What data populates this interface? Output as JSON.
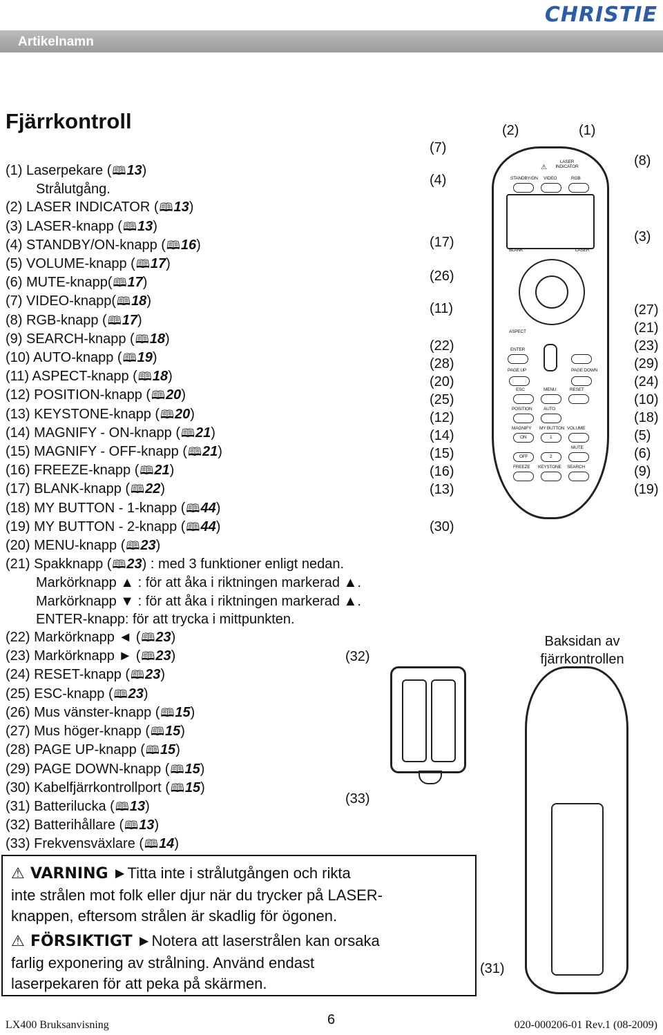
{
  "brand": {
    "logo_text": "CHRISTIE",
    "accent": "#2a5caa"
  },
  "header": {
    "label": "Artikelnamn",
    "bar_color": "#a9a9a9"
  },
  "page": {
    "title": "Fjärrkontroll"
  },
  "book_icon": "book-icon",
  "parts": [
    {
      "text": "(1) Laserpekare (",
      "ref": "13",
      "suffix": ")"
    },
    {
      "text": "Strålutgång.",
      "indent": true
    },
    {
      "text": "(2) LASER INDICATOR (",
      "ref": "13",
      "suffix": ")"
    },
    {
      "text": "(3) LASER-knapp (",
      "ref": "13",
      "suffix": ")"
    },
    {
      "text": "(4) STANDBY/ON-knapp (",
      "ref": "16",
      "suffix": ")"
    },
    {
      "text": "(5) VOLUME-knapp (",
      "ref": "17",
      "suffix": ")"
    },
    {
      "text": "(6) MUTE-knapp(",
      "ref": "17",
      "suffix": ")"
    },
    {
      "text": "(7) VIDEO-knapp(",
      "ref": "18",
      "suffix": ")"
    },
    {
      "text": "(8) RGB-knapp (",
      "ref": "17",
      "suffix": ")"
    },
    {
      "text": "(9) SEARCH-knapp (",
      "ref": "18",
      "suffix": ")"
    },
    {
      "text": "(10) AUTO-knapp (",
      "ref": "19",
      "suffix": ")"
    },
    {
      "text": "(11) ASPECT-knapp (",
      "ref": "18",
      "suffix": ")"
    },
    {
      "text": "(12) POSITION-knapp (",
      "ref": "20",
      "suffix": ")"
    },
    {
      "text": "(13) KEYSTONE-knapp (",
      "ref": "20",
      "suffix": ")"
    },
    {
      "text": "(14) MAGNIFY - ON-knapp (",
      "ref": "21",
      "suffix": ")"
    },
    {
      "text": "(15) MAGNIFY - OFF-knapp (",
      "ref": "21",
      "suffix": ")"
    },
    {
      "text": "(16) FREEZE-knapp (",
      "ref": "21",
      "suffix": ")"
    },
    {
      "text": "(17) BLANK-knapp (",
      "ref": "22",
      "suffix": ")"
    },
    {
      "text": "(18) MY BUTTON - 1-knapp (",
      "ref": "44",
      "suffix": ")"
    },
    {
      "text": "(19) MY BUTTON - 2-knapp (",
      "ref": "44",
      "suffix": ")"
    },
    {
      "text": "(20) MENU-knapp (",
      "ref": "23",
      "suffix": ")"
    },
    {
      "text": "(21) Spakknapp (",
      "ref": "23",
      "suffix": ") : med 3 funktioner enligt nedan."
    },
    {
      "text": "Markörknapp ▲ : för att åka i riktningen markerad ▲.",
      "indent": true
    },
    {
      "text": "Markörknapp ▼ : för att åka i riktningen markerad ▲.",
      "indent": true
    },
    {
      "text": "ENTER-knapp: för att trycka i mittpunkten.",
      "indent": true
    },
    {
      "text": "(22) Markörknapp ◄ (",
      "ref": "23",
      "suffix": ")"
    },
    {
      "text": "(23) Markörknapp ► (",
      "ref": "23",
      "suffix": ")"
    },
    {
      "text": "(24) RESET-knapp (",
      "ref": "23",
      "suffix": ")"
    },
    {
      "text": "(25) ESC-knapp (",
      "ref": "23",
      "suffix": ")"
    },
    {
      "text": "(26) Mus vänster-knapp (",
      "ref": "15",
      "suffix": ")"
    },
    {
      "text": "(27) Mus höger-knapp (",
      "ref": "15",
      "suffix": ")"
    },
    {
      "text": "(28) PAGE UP-knapp (",
      "ref": "15",
      "suffix": ")"
    },
    {
      "text": "(29) PAGE DOWN-knapp (",
      "ref": "15",
      "suffix": ")"
    },
    {
      "text": "(30) Kabelfjärrkontrollport (",
      "ref": "15",
      "suffix": ")"
    },
    {
      "text": "(31) Batterilucka (",
      "ref": "13",
      "suffix": ")"
    },
    {
      "text": "(32) Batterihållare (",
      "ref": "13",
      "suffix": ")"
    },
    {
      "text": "(33) Frekvensväxlare (",
      "ref": "14",
      "suffix": ")"
    }
  ],
  "callouts_left": [
    "(7)",
    "(4)",
    "(17)",
    "(26)",
    "(11)",
    "(22)",
    "(28)",
    "(20)",
    "(25)",
    "(12)",
    "(14)",
    "(15)",
    "(16)",
    "(13)",
    "(30)"
  ],
  "callouts_top": [
    "(2)",
    "(1)"
  ],
  "callouts_right": [
    "(8)",
    "(3)",
    "(27)",
    "(21)",
    "(23)",
    "(29)",
    "(24)",
    "(10)",
    "(18)",
    "(5)",
    "(6)",
    "(9)",
    "(19)"
  ],
  "callouts_bottom": {
    "c32": "(32)",
    "c33": "(33)",
    "c31": "(31)"
  },
  "remote_labels": {
    "laser_indicator": "LASER INDICATOR",
    "standby_on": "STANDBY/ON",
    "video": "VIDEO",
    "rgb": "RGB",
    "blank": "BLANK",
    "laser": "LASER",
    "aspect": "ASPECT",
    "enter": "ENTER",
    "page_up": "PAGE UP",
    "page_down": "PAGE DOWN",
    "esc": "ESC",
    "menu": "MENU",
    "reset": "RESET",
    "position": "POSITION",
    "auto": "AUTO",
    "magnify": "MAGNIFY",
    "my_button": "MY BUTTON",
    "volume": "VOLUME",
    "on": "ON",
    "one": "1",
    "mute": "MUTE",
    "off": "OFF",
    "two": "2",
    "freeze": "FREEZE",
    "keystone": "KEYSTONE",
    "search": "SEARCH"
  },
  "back_caption": "Baksidan av fjärrkontrollen",
  "warning": {
    "icon": "warning-triangle-icon",
    "label": "VARNING",
    "arrow": "►",
    "line1": "Titta inte i strålutgången och rikta",
    "line2": "inte strålen mot folk eller djur när du trycker på LASER-",
    "line3": "knappen, eftersom strålen är skadlig för ögonen."
  },
  "caution": {
    "icon": "warning-triangle-icon",
    "label": "FÖRSIKTIGT",
    "arrow": "►",
    "line1": "Notera att laserstrålen kan orsaka",
    "line2": "farlig exponering av strålning. Använd endast",
    "line3": "laserpekaren för att peka på skärmen."
  },
  "footer": {
    "left": "LX400 Bruksanvisning",
    "page_number": "6",
    "right": "020-000206-01 Rev.1 (08-2009)"
  }
}
